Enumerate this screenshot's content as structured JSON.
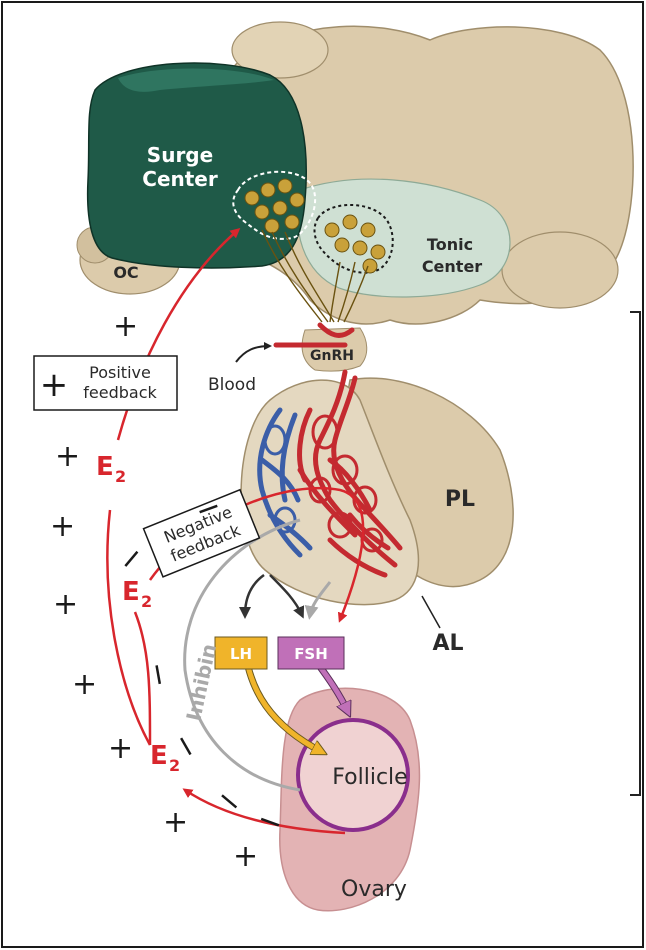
{
  "labels": {
    "surge_center_line1": "Surge",
    "surge_center_line2": "Center",
    "tonic_center_line1": "Tonic",
    "tonic_center_line2": "Center",
    "oc": "OC",
    "gnrh": "GnRH",
    "blood": "Blood",
    "pl": "PL",
    "al": "AL",
    "lh": "LH",
    "fsh": "FSH",
    "follicle": "Follicle",
    "ovary": "Ovary",
    "inhibin": "Inhibin",
    "e2_main": "E",
    "e2_sub": "2"
  },
  "boxes": {
    "positive_sign": "+",
    "positive_line1": "Positive",
    "positive_line2": "feedback",
    "negative_line1": "Negative",
    "negative_line2": "feedback"
  },
  "signs": {
    "plus": "+",
    "minus": "−"
  },
  "colors": {
    "hypothalamus": "#dccbab",
    "surge_center": "#1f5a48",
    "tonic_center": "#cfe0d3",
    "pituitary": "#dccbab",
    "artery": "#c42a30",
    "vein": "#3b5ea8",
    "feedback_arrow": "#d8262d",
    "lh_box": "#f0b42a",
    "fsh_box": "#c070b8",
    "follicle_ring": "#8a2e8c",
    "ovary": "#e3b3b4"
  }
}
